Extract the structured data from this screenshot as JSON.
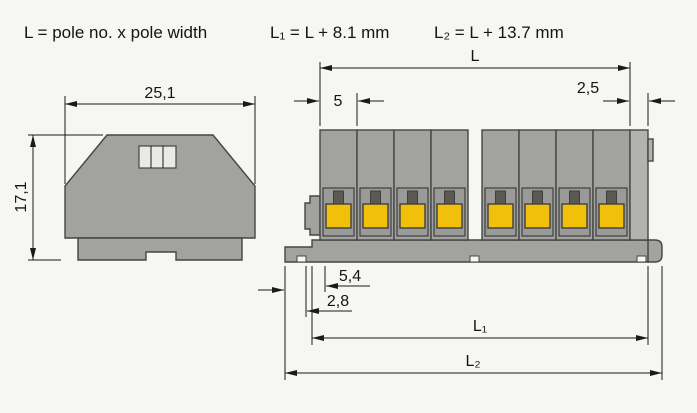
{
  "formulas": {
    "pole_width": "L = pole no. x pole width",
    "l1": "L₁ = L + 8.1 mm",
    "l2": "L₂ = L + 13.7 mm"
  },
  "side_view": {
    "width": "25,1",
    "height": "17,1"
  },
  "front_view": {
    "total_length": "L",
    "pole_pitch": "5",
    "end_plate": "2,5",
    "offset_a": "5,4",
    "offset_b": "2,8",
    "l1": "L₁",
    "l2": "L₂",
    "poles_visible": 8,
    "pole_groups": 2
  },
  "colors": {
    "background": "#f6f6f4",
    "body_gray": "#a2a2a0",
    "end_plate_gray": "#b2b2b0",
    "outline": "#454543",
    "lever_yellow": "#f0c00a",
    "dimension_line": "#1a1a1a"
  }
}
